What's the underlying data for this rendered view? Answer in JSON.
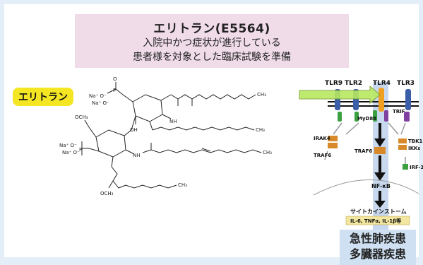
{
  "header": {
    "title": "エリトラン(E5564)",
    "subtitle_line1": "入院中かつ症状が進行している",
    "subtitle_line2": "患者様を対象とした臨床試験を準備"
  },
  "drug_badge": "エリトラン",
  "molecule": {
    "na1": "Na⁺ O⁻",
    "na2": "Na⁺ O⁻",
    "na3": "Na⁺ O⁻",
    "na4": "Na⁺ O⁻",
    "p1": "P",
    "p2": "P",
    "o_label": "O",
    "nh1": "NH",
    "nh2": "NH",
    "oh": "OH",
    "och3_top": "OCH₃",
    "och3_bottom": "OCH₃",
    "ch3_1": "CH₃",
    "ch3_2": "CH₃",
    "ch3_3": "CH₃",
    "ch3_4": "CH₃"
  },
  "pathway": {
    "receptors": [
      "TLR9",
      "TLR2",
      "TLR4",
      "TLR3"
    ],
    "myd88": "MyD88",
    "trif": "TRIF",
    "irak4": "IRAK4",
    "traf6_left": "TRAF6",
    "traf6_center": "TRAF6",
    "tbk1": "TBK1",
    "ikke": "IKKε",
    "irf3": "IRF-3",
    "nfkb": "NF-κB",
    "cytokine_storm": "サイトカインストーム",
    "cytokine_list": "IL-6, TNFα, IL-1β等"
  },
  "diseases": {
    "line1": "急性肺疾患",
    "line2": "多臓器疾患"
  },
  "colors": {
    "title_bg": "#f0dce9",
    "badge_bg": "#f5e623",
    "tlr4_orange": "#f0a020",
    "receptor_blue": "#3a5fa8",
    "column_blue": "#c8d8ee",
    "arrow_green": "#b8e860"
  }
}
